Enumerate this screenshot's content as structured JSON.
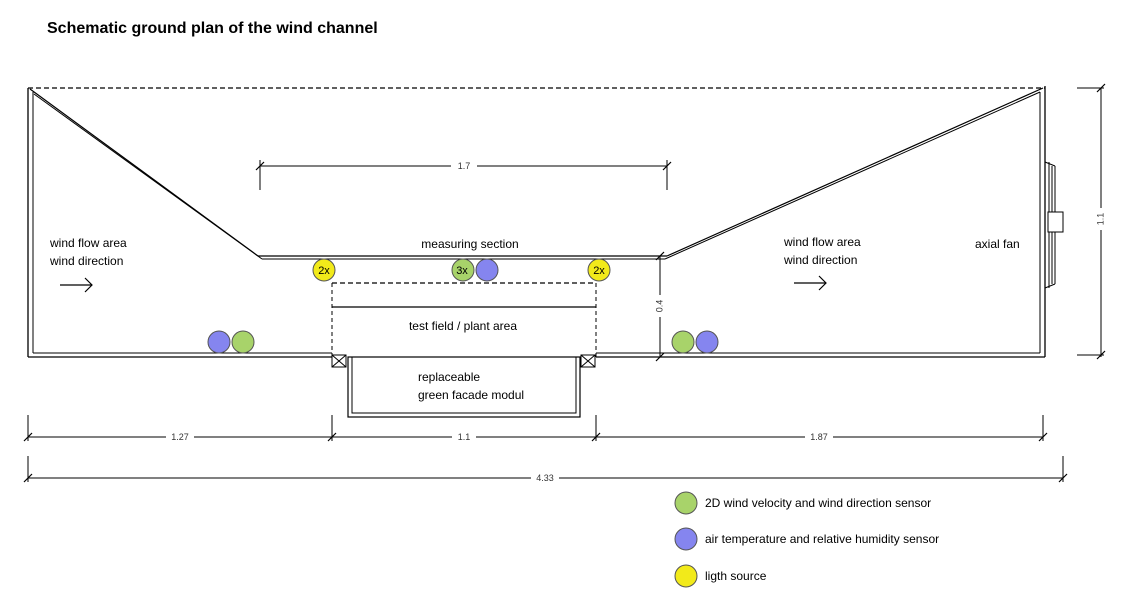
{
  "title": "Schematic ground plan of the wind channel",
  "labels": {
    "wind_left_1": "wind flow area",
    "wind_left_2": "wind direction",
    "wind_right_1": "wind flow area",
    "wind_right_2": "wind direction",
    "measuring_section": "measuring section",
    "axial_fan": "axial fan",
    "test_field": "test field / plant area",
    "facade_1": "replaceable",
    "facade_2": "green facade modul"
  },
  "dimensions": {
    "measuring_length": "1.7",
    "channel_width": "1.1",
    "section_depth": "0.4",
    "inlet_length": "1.27",
    "module_length": "1.1",
    "outlet_length": "1.87",
    "total_length": "4.33"
  },
  "markers": {
    "light_left": "2x",
    "wind_center": "3x",
    "light_right": "2x"
  },
  "legend": [
    {
      "label": "2D wind velocity and wind direction sensor",
      "color": "#a8d36a"
    },
    {
      "label": "air temperature and relative humidity sensor",
      "color": "#8585ef"
    },
    {
      "label": "ligth source",
      "color": "#f2ea1a"
    }
  ],
  "colors": {
    "wind_sensor": "#a8d36a",
    "temp_sensor": "#8585ef",
    "light_source": "#f2ea1a"
  }
}
